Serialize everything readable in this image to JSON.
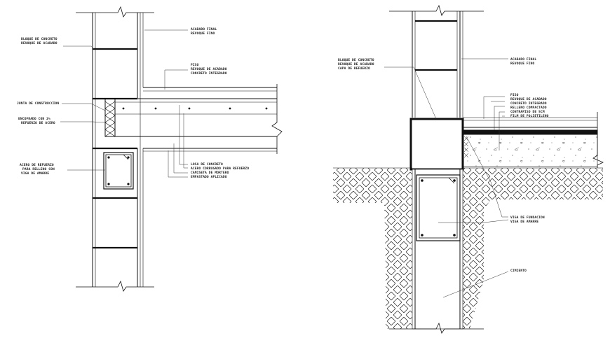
{
  "colors": {
    "background": "#ffffff",
    "line": "#111111",
    "hatch": "#222222",
    "leader": "#333333"
  },
  "left_detail": {
    "labels": {
      "block_wall": [
        "BLOQUE DE CONCRETO",
        "REVOQUE DE ACABADO"
      ],
      "exterior_finish": [
        "ACABADO FINAL",
        "REVOQUE FINO"
      ],
      "slab_finish": [
        "PISO",
        "REVOQUE DE ACABADO",
        "CONCRETO INTEGRADO"
      ],
      "joint": [
        "JUNTA DE CONSTRUCCION"
      ],
      "reinforcement": [
        "ENCOFRADO CON 2%",
        "REFUERZO DE ACERO"
      ],
      "bond_beam": [
        "ACERO DE REFUERZO",
        "PARA RELLENO CON",
        "VIGA DE AMARRE"
      ],
      "slab_detail": [
        "LOSA DE CONCRETO",
        "ACERO CORRUGADO PARA REFUERZO",
        "CAMISETA DE MORTERO",
        "EMPASTADO APLICADO"
      ]
    }
  },
  "right_detail": {
    "labels": {
      "wall_block": [
        "BLOQUE DE CONCRETO",
        "REVOQUE DE ACABADO",
        "CAPA DE REFUERZO"
      ],
      "exterior_finish": [
        "ACABADO FINAL",
        "REVOQUE FINO"
      ],
      "floor_layers": [
        "PISO",
        "REVOQUE DE ACABADO",
        "CONCRETO INTEGRADO",
        "RELLENO COMPACTADO",
        "CONTRAPISO DE 5CM",
        "FILM DE POLIETILENO"
      ],
      "foundation_beam": [
        "VIGA DE FUNDACION",
        "VIGA DE AMARRE"
      ],
      "foundation": [
        "CIMIENTO"
      ]
    }
  }
}
